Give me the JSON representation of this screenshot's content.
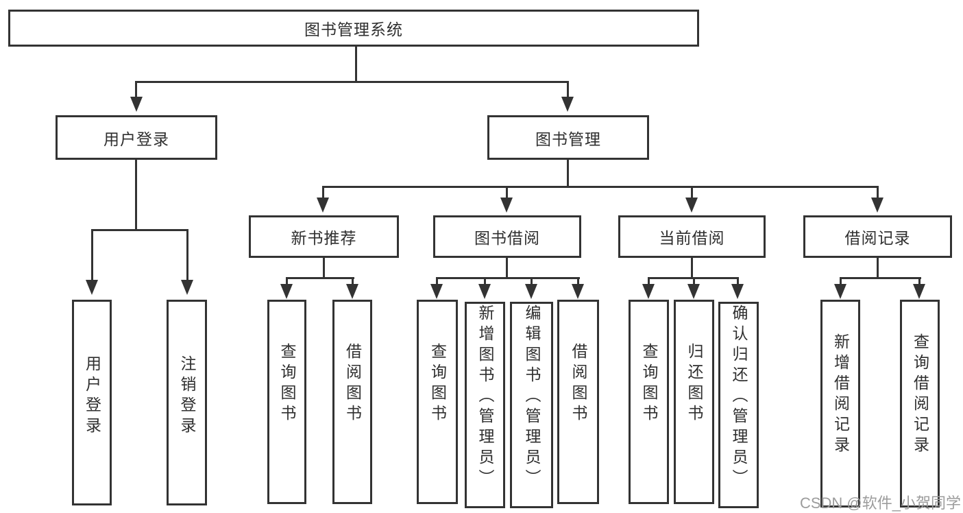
{
  "diagram": {
    "root": {
      "label": "图书管理系统"
    },
    "branches": [
      {
        "label": "用户登录",
        "children": [
          {
            "label": "用户登录"
          },
          {
            "label": "注销登录"
          }
        ]
      },
      {
        "label": "图书管理",
        "children": [
          {
            "label": "新书推荐",
            "children": [
              {
                "label": "查询图书"
              },
              {
                "label": "借阅图书"
              }
            ]
          },
          {
            "label": "图书借阅",
            "children": [
              {
                "label": "查询图书"
              },
              {
                "label": "新增图书（管理员）"
              },
              {
                "label": "编辑图书（管理员）"
              },
              {
                "label": "借阅图书"
              }
            ]
          },
          {
            "label": "当前借阅",
            "children": [
              {
                "label": "查询图书"
              },
              {
                "label": "归还图书"
              },
              {
                "label": "确认归还（管理员）"
              }
            ]
          },
          {
            "label": "借阅记录",
            "children": [
              {
                "label": "新增借阅记录"
              },
              {
                "label": "查询借阅记录"
              }
            ]
          }
        ]
      }
    ]
  },
  "watermark": {
    "text": "CSDN @软件_小贺同学"
  },
  "colors": {
    "line": "#333333",
    "text": "#2f2f2f",
    "box_fill": "#ffffff",
    "background": "#ffffff",
    "watermark": "#9c9c9c"
  }
}
